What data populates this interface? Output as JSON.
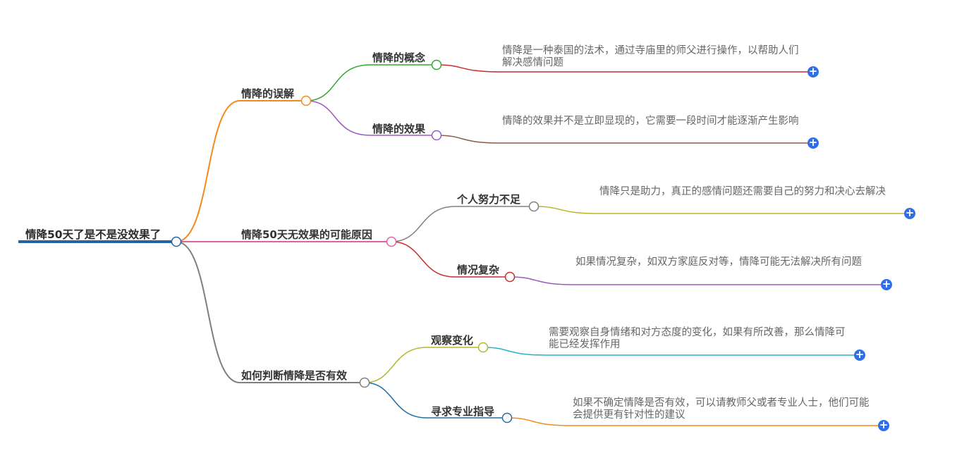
{
  "root": {
    "label": "情降50天了是不是没效果了"
  },
  "branches": [
    {
      "label": "情降的误解",
      "children": [
        {
          "label": "情降的概念",
          "text": "情降是一种泰国的法术，通过寺庙里的师父进行操作，以帮助人们解决感情问题"
        },
        {
          "label": "情降的效果",
          "text": "情降的效果并不是立即显现的，它需要一段时间才能逐渐产生影响"
        }
      ]
    },
    {
      "label": "情降50天无效果的可能原因",
      "children": [
        {
          "label": "个人努力不足",
          "text": "情降只是助力，真正的感情问题还需要自己的努力和决心去解决"
        },
        {
          "label": "情况复杂",
          "text": "如果情况复杂，如双方家庭反对等，情降可能无法解决所有问题"
        }
      ]
    },
    {
      "label": "如何判断情降是否有效",
      "children": [
        {
          "label": "观察变化",
          "text": "需要观察自身情绪和对方态度的变化，如果有所改善，那么情降可能已经发挥作用"
        },
        {
          "label": "寻求专业指导",
          "text": "如果不确定情降是否有效，可以请教师父或者专业人士，他们可能会提供更有针对性的建议"
        }
      ]
    }
  ],
  "expand_icon": "plus-circle-icon",
  "colors": {
    "root_line": "#2563a8",
    "branch_1": "#f28a1c",
    "branch_2": "#e2629f",
    "branch_3": "#7f7f7f",
    "child_1_1": "#2eaa2e",
    "child_1_2": "#9b59c4",
    "child_2_1": "#808080",
    "child_2_2": "#cc2b2b",
    "child_3_1": "#b5b82a",
    "child_3_2": "#1f6fa8",
    "leaf_1_1": "#cc2b2b",
    "leaf_1_2": "#8b5a4a",
    "leaf_2_1": "#b5b82a",
    "leaf_2_2": "#9b59c4",
    "leaf_3_1": "#22b5c8",
    "leaf_3_2": "#f28a1c",
    "expand_button": "#2f6ee6"
  }
}
